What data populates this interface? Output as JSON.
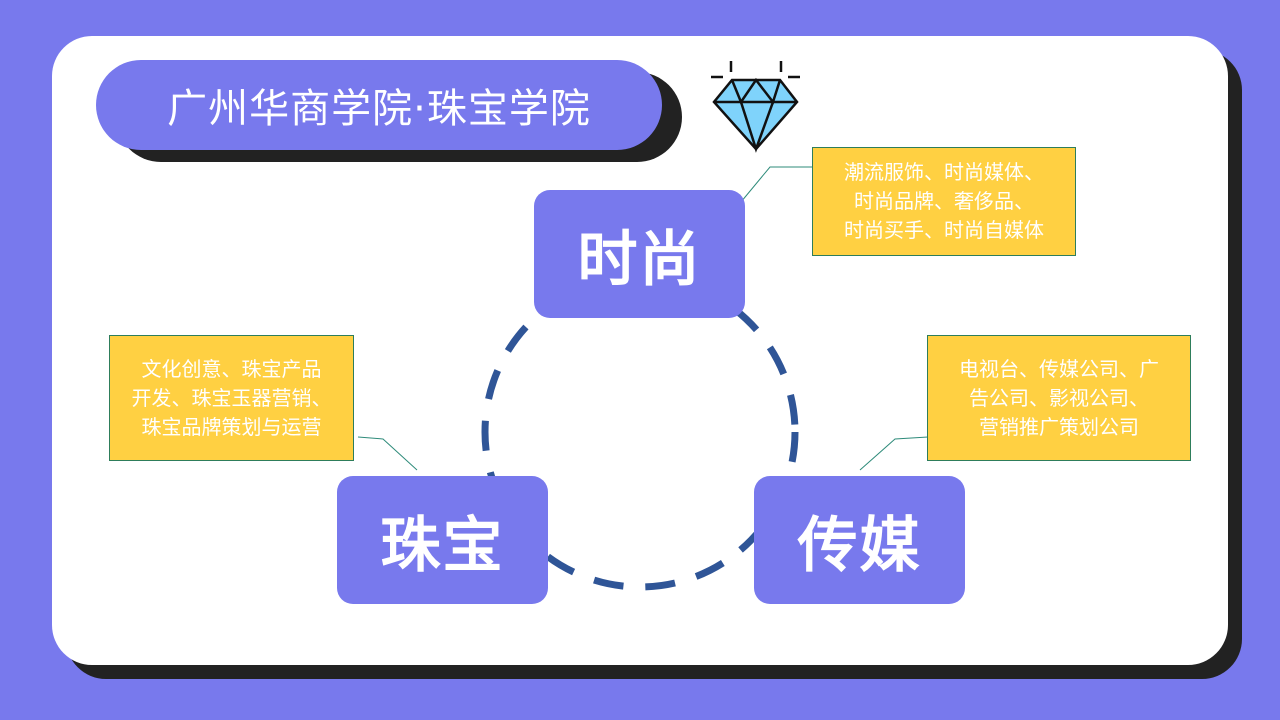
{
  "title": "广州华商学院·珠宝学院",
  "nodes": {
    "fashion": "时尚",
    "jewelry": "珠宝",
    "media": "传媒"
  },
  "notes": {
    "fashion": [
      "潮流服饰、时尚媒体、",
      "时尚品牌、奢侈品、",
      "时尚买手、时尚自媒体"
    ],
    "jewelry": [
      "文化创意、珠宝产品",
      "开发、珠宝玉器营销、",
      "珠宝品牌策划与运营"
    ],
    "media": [
      "电视台、传媒公司、广",
      "告公司、影视公司、",
      "营销推广策划公司"
    ]
  },
  "colors": {
    "background": "#7879ed",
    "note": "#ffd042",
    "ring": "#2f5597",
    "diamond": "#7fd3fb"
  }
}
